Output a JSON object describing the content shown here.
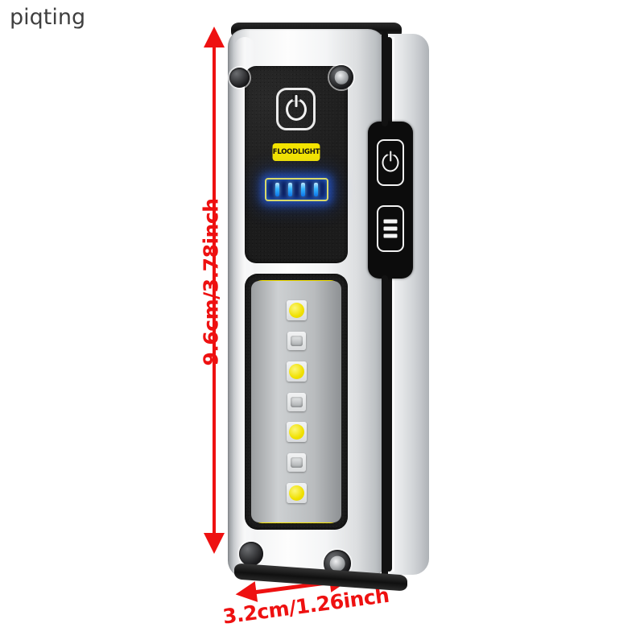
{
  "watermark": {
    "text": "piqting"
  },
  "annotations": {
    "height": {
      "label": "9.6cm/3.78inch",
      "color": "#ee1111",
      "orientation": "vertical"
    },
    "width": {
      "label": "3.2cm/1.26inch",
      "color": "#ee1111",
      "orientation": "horizontal"
    }
  },
  "device": {
    "type": "rechargeable-work-light",
    "body_color": "#f2f3f4",
    "front_panel": {
      "power_button": {
        "icon": "power-icon"
      },
      "badge": {
        "label": "FLOODLIGHT",
        "background": "#f4e400",
        "text_color": "#111111"
      },
      "battery_indicator": {
        "segments": 4,
        "lit": 4,
        "color": "#33b4ff",
        "frame_color": "#d9d96a"
      }
    },
    "side_panel": {
      "power_button": {
        "icon": "power-icon"
      },
      "mode_button": {
        "icon": "battery-bars-icon",
        "bars": 3
      }
    },
    "led_panel": {
      "frame_color": "#f2e000",
      "chips": [
        {
          "type": "warm"
        },
        {
          "type": "cool"
        },
        {
          "type": "warm"
        },
        {
          "type": "cool"
        },
        {
          "type": "warm"
        },
        {
          "type": "cool"
        },
        {
          "type": "warm"
        }
      ]
    },
    "sockets": [
      {
        "name": "screw-top-left"
      },
      {
        "name": "screw-top-right"
      },
      {
        "name": "screw-bottom-left"
      },
      {
        "name": "screw-bottom-right"
      }
    ]
  }
}
